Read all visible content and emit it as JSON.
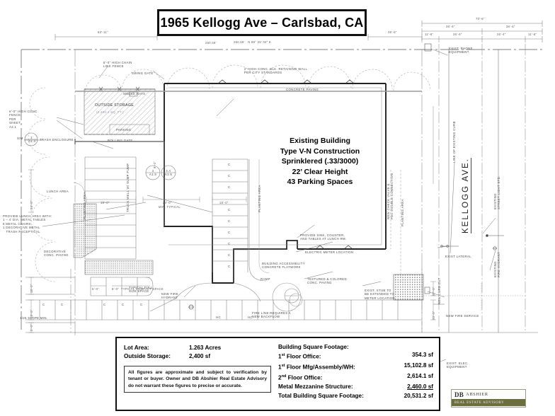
{
  "title": "1965 Kellogg Ave – Carlsbad, CA",
  "building_note": {
    "lines": [
      "Existing Building",
      "Type V-N Construction",
      "Sprinklered (.33/3000)",
      "22’ Clear Height",
      "43 Parking Spaces"
    ]
  },
  "street": {
    "label": "KELLOGG AVE."
  },
  "info_box": {
    "left": {
      "rows": [
        {
          "key": "Lot Area:",
          "value": "1.263 Acres"
        },
        {
          "key": "Outside Storage:",
          "value": "2,400 sf"
        }
      ],
      "disclaimer": "All figures are approximate and subject to verification by tenant or buyer.  Owner and DB Abshier Real Estate Advisory do not warrant these figures to precise or accurate."
    },
    "right": {
      "title": "Building Square Footage:",
      "rows": [
        {
          "key": "1st Floor Office:",
          "sup": "st",
          "key_pre": "1",
          "key_post": " Floor Office:",
          "value": "354.3 sf"
        },
        {
          "key": "1st Floor Mfg/Assembly/WH:",
          "sup": "st",
          "key_pre": "1",
          "key_post": " Floor Mfg/Assembly/WH:",
          "value": "15,102.8 sf"
        },
        {
          "key": "2nd Floor Office:",
          "sup": "nd",
          "key_pre": "2",
          "key_post": " Floor Office:",
          "value": "2,614.1 sf"
        },
        {
          "key": "Metal Mezzanine Structure:",
          "sup": "",
          "key_pre": "Metal Mezzanine Structure:",
          "key_post": "",
          "value": "2,460.0 sf"
        }
      ],
      "total_key": "Total Building Square Footage:",
      "total_value": "20,531.2 sf"
    }
  },
  "logo": {
    "db": "DB",
    "name": "ABSHIER",
    "tagline": "REAL ESTATE ADVISORY"
  },
  "dimensions": {
    "top": [
      {
        "text": "63’-11”"
      },
      {
        "text": "36’-6”"
      },
      {
        "text": "70’-6”"
      },
      {
        "text": "36’-6”"
      },
      {
        "text": "36’-6”"
      },
      {
        "text": "11’-6”"
      },
      {
        "text": "26’-6”"
      },
      {
        "text": "26’-4”"
      },
      {
        "text": "11’-6”"
      }
    ],
    "bearing": "250.69’   N 89° 25’ 04” E",
    "bearing_alt": "250.69’",
    "stall_typ": "24’-0”",
    "stall_typ_note": "MIN. TYPICAL",
    "stall_18": "18’-0”",
    "stall_18b": "18’-0”",
    "compact": "8’-0”  TYPICAL COMPACT SPACE",
    "five": "5’-0”",
    "nine": "9’-0”",
    "d15": "15’-0”",
    "d24": "24’-0”",
    "d18": "18’-0”",
    "d3": "3’-0”",
    "d27": "27’-0”",
    "d20": "20’-0”"
  },
  "annotations": {
    "chain_link_fence": "6’-0” HIGH CHAIN\nLINK FENCE",
    "swing_gate": "SWING GATE",
    "outside_storage": "OUTSIDE STORAGE",
    "outside_storage_sf": "(2,400.4 SQ. FT.)",
    "parking": "PARKING",
    "rolling_gate": "ROLLING GATE",
    "conc_fence": "6’-0” HIGH CONC.\nFENCE\nPER\nSHEET\nA2.1",
    "trash_enclosure": "TRASH ENCLOSURE",
    "retaining_wall": "2’ HIGH CONC. BLK. RETAINING WALL\nPER CITY STANDARDS",
    "concrete_paving": "CONCRETE PAVING",
    "smoke_hats": "SMOKE HATS",
    "planting_area": "PLANTING AREA",
    "planting_area2": "PLANTING AREA",
    "planting_area3": "PLANTING AREA",
    "lunch_area": "LUNCH AREA",
    "lunch_note": "PROVIDE LUNCH AREA WITH:\n1 – 4’ DIA. METAL TABLES\n8 METAL CHAIRS\n1 DECORATIVE METAL\n   TRASH RECEPTICAL",
    "decorative_paving": "DECORATIVE\nCONC. PAVING",
    "sink_counter": "PROVIDE SINK, COUNTER,\nAND TABLES AT LUNCH RM.",
    "electric_meter": "ELECTRIC METER LOCATION",
    "concrete_flatwork": "BUILDING ACCESSIBILITY\nCONCRETE FLATWORK",
    "textured_paving": "TEXTURED & COLORED\nCONC. PAVING",
    "exist_stub": "EXIST. STUB TO\nBE EXTENDED TO\nMETER LOCATION",
    "fire_line_note": "FIRE LINE REQUIRES A\nNEW BACKFLOW",
    "new_fire_hydrant": "NEW FIRE\nHYDRANT",
    "typical_full": "TYPICAL FULL\nSIZE SPACE",
    "ramp": "RAMP",
    "truck_well": "TRUCK WELL W/ SUMP PUMP",
    "check_valve": "NEW CHECK VALVE &\nFDC DOUBLE CONNECTION",
    "exist_phone": "EXIST. PHONE\nEQUIPMENT",
    "line_of_curb": "LINE OF EXISTING CURB",
    "street_light": "EXISTING\nSTREET LIGHT STD.",
    "fire_hydrant_exist": "EXISTING\nFIRE HYDRANT",
    "exist_lateral": "EXIST LATERAL",
    "new_fire_service": "NEW FIRE SERVICE",
    "new_curb_cut": "NEW CURB CUT",
    "exist_elec": "EXIST. ELEC.\nEQUIPMENT",
    "slope_min": "1/25 SLOPE MIN.",
    "hc1": "HC",
    "hc2": "HC",
    "detail_a14": "1\nA1.4",
    "detail_sim": "SIM",
    "detail_4a15a": "4\nA1.5",
    "detail_4a15b": "4 A\nA1.5"
  },
  "stall_labels": {
    "compact_mark": "C",
    "column_left_count": 5,
    "column_mid_count": 9
  },
  "colors": {
    "ink": "#1a1a1a",
    "cad_gray": "#4a4a4a",
    "light_gray": "#9a9a9a",
    "logo_band": "#6b6f3e",
    "paper": "#ffffff"
  }
}
